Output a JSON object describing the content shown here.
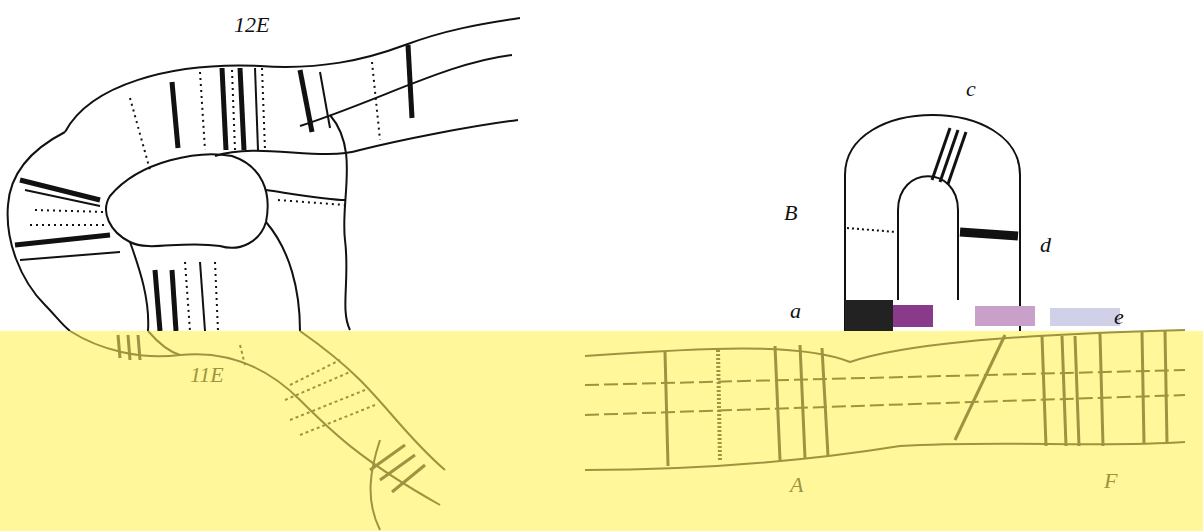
{
  "diagram": {
    "labels": [
      "12E",
      "11E",
      "c",
      "B",
      "d",
      "a",
      "e",
      "A",
      "F"
    ]
  }
}
